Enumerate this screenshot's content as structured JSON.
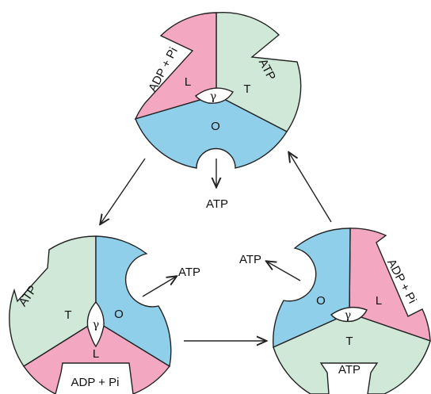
{
  "colors": {
    "L_site": "#f3a7c0",
    "T_site": "#cfe8d7",
    "O_site": "#8fcfea",
    "outline": "#222222"
  },
  "diagram": {
    "top": {
      "L_label": "L",
      "T_label": "T",
      "O_label": "O",
      "gamma_label": "γ",
      "L_substrate": "ADP + Pi",
      "T_substrate": "ATP",
      "released_product": "ATP"
    },
    "bottom_left": {
      "L_label": "L",
      "T_label": "T",
      "O_label": "O",
      "gamma_label": "γ",
      "L_substrate": "ADP + Pi",
      "T_substrate": "ATP",
      "released_product": "ATP"
    },
    "bottom_right": {
      "L_label": "L",
      "T_label": "T",
      "O_label": "O",
      "gamma_label": "γ",
      "L_substrate": "ADP + Pi",
      "T_substrate": "ATP",
      "released_product": "ATP"
    }
  }
}
